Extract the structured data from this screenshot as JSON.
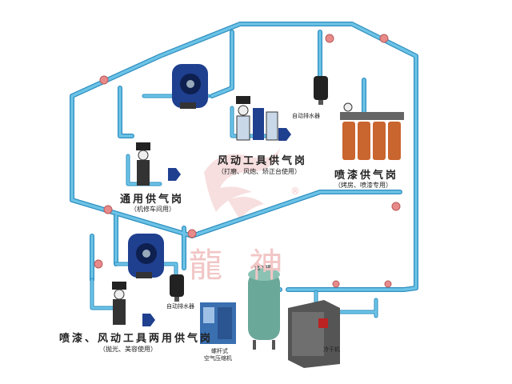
{
  "labels": {
    "pneumatic_station": "风动工具供气岗",
    "pneumatic_station_note": "（打磨、风炮、矫正台使用）",
    "paint_station": "喷漆供气岗",
    "paint_station_note": "（烤房、喷漆专用）",
    "general_station": "通用供气岗",
    "general_station_note": "（机修车间用）",
    "dual_station": "喷漆、风动工具两用供气岗",
    "dual_station_note": "（抛光、美容使用）",
    "auto_drain_top": "自动排水器",
    "auto_drain_bottom": "自动排水器",
    "air_tank": "储气罐",
    "screw_compressor_line1": "螺杆式",
    "screw_compressor_line2": "空气压缩机",
    "dryer": "冷干机",
    "watermark": "龍 神",
    "registered": "®"
  },
  "colors": {
    "pipe": "#6cc3e6",
    "pipe_edge": "#2f8fc0",
    "valve": "#e88a8a",
    "watermark": "#f2c6c6",
    "reel_blue": "#1f3f8f",
    "filter_orange": "#c9652e",
    "compressor_blue": "#3a6fb0"
  }
}
